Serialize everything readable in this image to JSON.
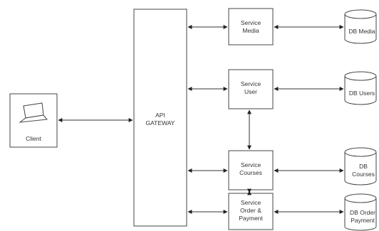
{
  "client": {
    "label": "Client",
    "icon": "laptop-icon"
  },
  "gateway": {
    "lines": [
      "API",
      "GATEWAY"
    ]
  },
  "services": [
    {
      "key": "media",
      "lines": [
        "Service",
        "Media"
      ]
    },
    {
      "key": "user",
      "lines": [
        "Service",
        "User"
      ]
    },
    {
      "key": "courses",
      "lines": [
        "Service",
        "Courses"
      ]
    },
    {
      "key": "order",
      "lines": [
        "Service",
        "Order &",
        "Payment"
      ]
    }
  ],
  "databases": [
    {
      "key": "media",
      "lines": [
        "DB Media"
      ]
    },
    {
      "key": "users",
      "lines": [
        "DB Users"
      ]
    },
    {
      "key": "courses",
      "lines": [
        "DB",
        "Courses"
      ]
    },
    {
      "key": "order",
      "lines": [
        "DB Order",
        "Payment"
      ]
    }
  ],
  "colors": {
    "stroke": "#444444",
    "text": "#333333",
    "laptop_screen": "#cfcfcf"
  }
}
